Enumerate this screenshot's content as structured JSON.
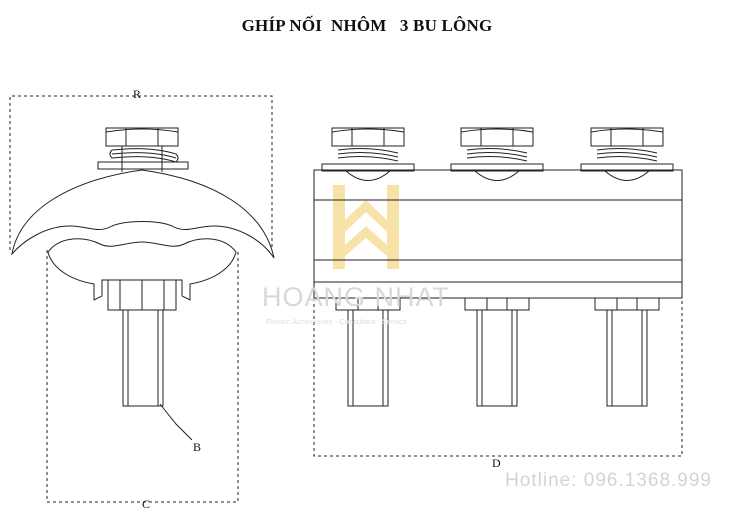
{
  "title": "GHÍP NỐI  NHÔM   3 BU LÔNG",
  "dimensions": {
    "r": "R",
    "b": "B",
    "c": "C",
    "d": "D"
  },
  "watermark": {
    "brand": "HOANG NHAT",
    "tagline": "Electric Accessories - Consultant - Service"
  },
  "hotline": "Hotline: 096.1368.999",
  "colors": {
    "line": "#222222",
    "watermark_accent": "#f5d98a"
  }
}
